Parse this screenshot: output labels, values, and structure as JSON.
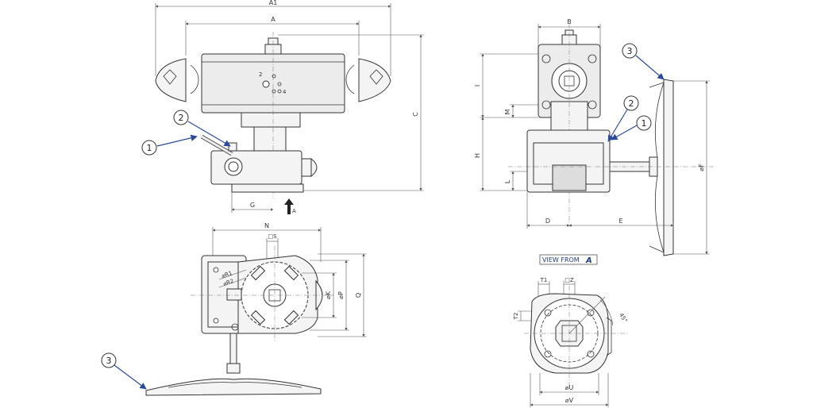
{
  "labels": {
    "A1": "A1",
    "A": "A",
    "B": "B",
    "C": "C",
    "I": "I",
    "M": "M",
    "H": "H",
    "L": "L",
    "D": "D",
    "E": "E",
    "F": "⌀F",
    "G": "G",
    "A_arrow": "A",
    "N": "N",
    "S": "□S",
    "R1": "⌀R1",
    "R2": "⌀R2",
    "K": "⌀K",
    "P": "⌀P",
    "Q": "Q",
    "T1": "T1",
    "Z": "□Z",
    "T2": "T2",
    "deg": "45°",
    "U": "⌀U",
    "V": "⌀V"
  },
  "callouts": [
    "1",
    "2",
    "3"
  ],
  "view_from_a": {
    "text": "VIEW FROM",
    "letter": "A"
  },
  "colors": {
    "line": "#333333",
    "arrow": "#2a4a9a",
    "view_title": "#1f3a7a"
  }
}
